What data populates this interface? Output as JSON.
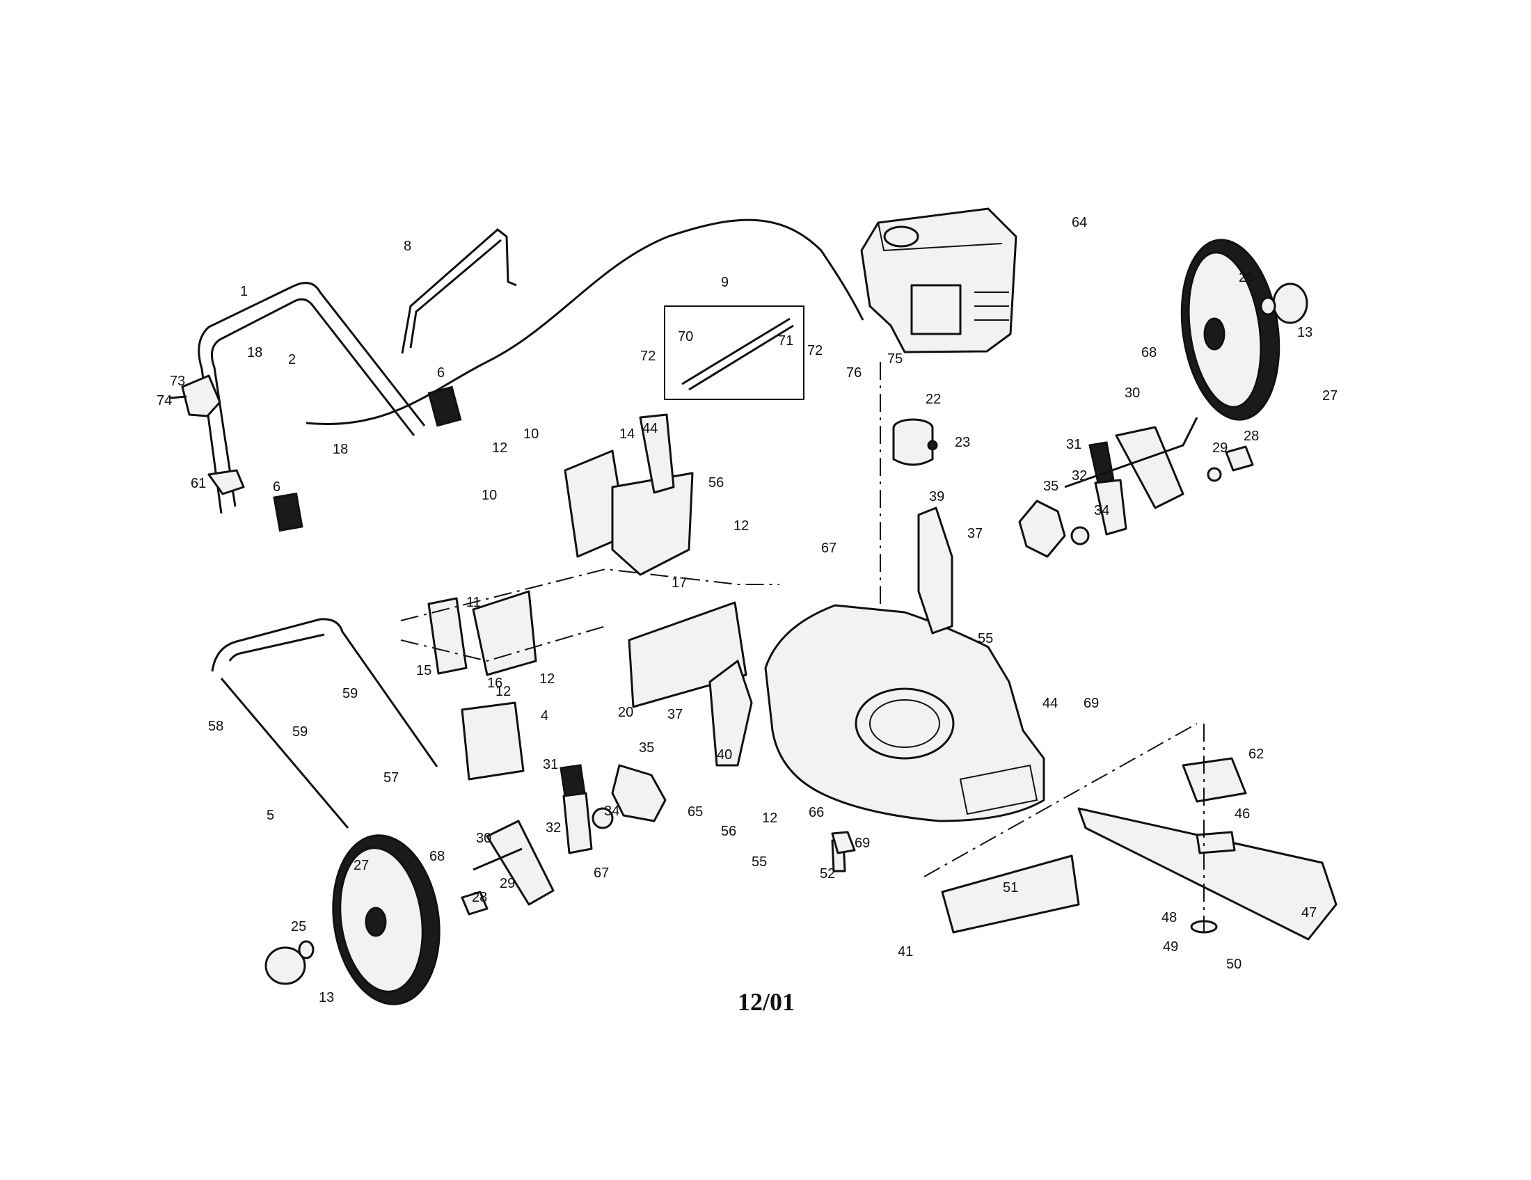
{
  "diagram": {
    "date_code": "12/01",
    "callouts": [
      "1",
      "2",
      "4",
      "5",
      "6",
      "6",
      "8",
      "9",
      "10",
      "10",
      "11",
      "12",
      "12",
      "12",
      "12",
      "12",
      "13",
      "13",
      "14",
      "15",
      "16",
      "17",
      "18",
      "18",
      "20",
      "22",
      "23",
      "25",
      "25",
      "27",
      "27",
      "28",
      "28",
      "29",
      "29",
      "30",
      "30",
      "31",
      "31",
      "32",
      "32",
      "34",
      "34",
      "35",
      "35",
      "37",
      "37",
      "39",
      "40",
      "41",
      "44",
      "44",
      "46",
      "47",
      "48",
      "49",
      "50",
      "51",
      "52",
      "55",
      "55",
      "56",
      "56",
      "57",
      "58",
      "59",
      "59",
      "61",
      "62",
      "64",
      "65",
      "66",
      "67",
      "67",
      "68",
      "68",
      "69",
      "69",
      "70",
      "71",
      "72",
      "72",
      "73",
      "74",
      "75",
      "76"
    ]
  }
}
